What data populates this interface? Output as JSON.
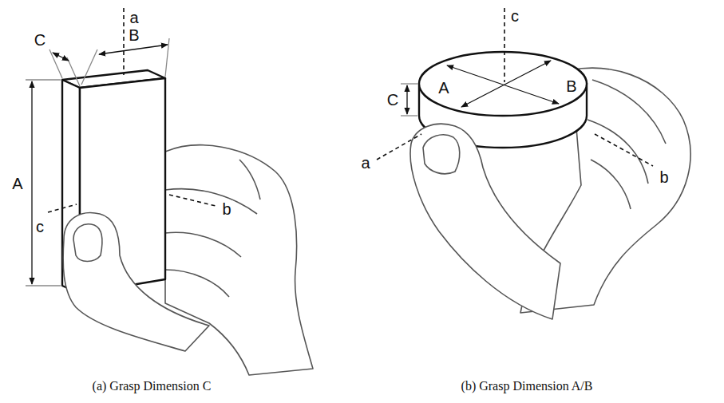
{
  "diagram": {
    "labels": [
      "a",
      "C",
      "B",
      "A",
      "c",
      "b",
      "c",
      "C",
      "A",
      "B",
      "a",
      "b",
      "(a) Grasp Dimension C",
      "(b) Grasp Dimension A/B"
    ]
  }
}
